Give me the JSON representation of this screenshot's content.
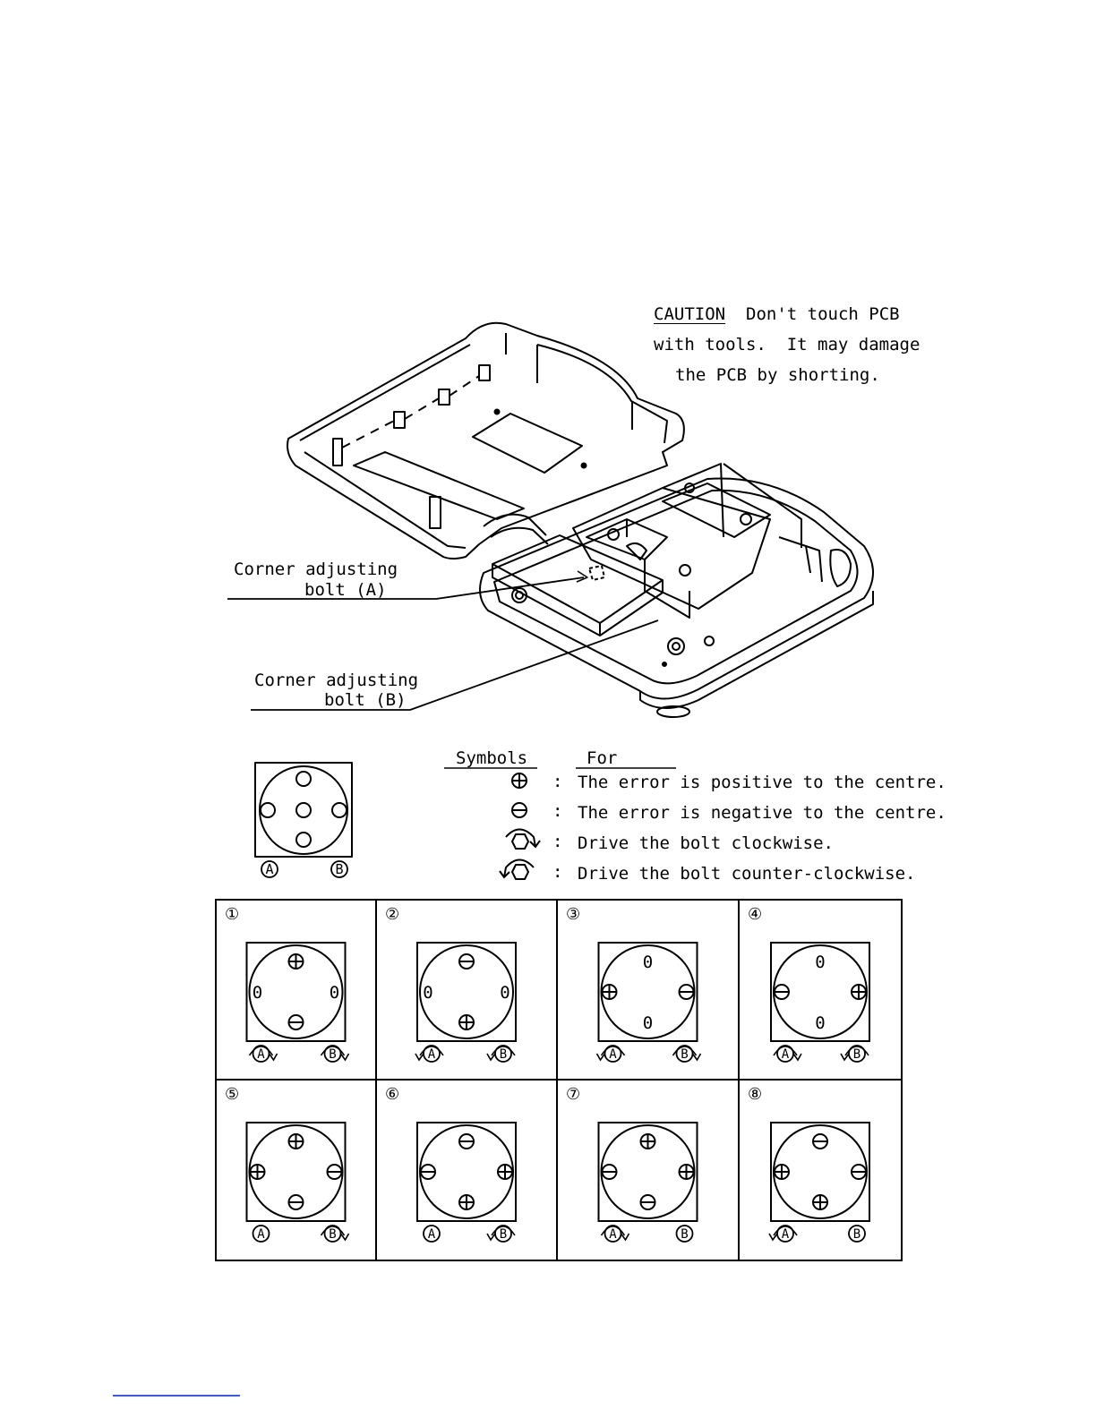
{
  "caution": {
    "title": "CAUTION",
    "line1": "Don't touch PCB",
    "line2": "with tools.  It may damage",
    "line3": "the PCB by shorting."
  },
  "labels": {
    "bolt_a_line1": "Corner adjusting",
    "bolt_a_line2": "bolt (A)",
    "bolt_b_line1": "Corner adjusting",
    "bolt_b_line2": "bolt (B)"
  },
  "reference": {
    "zero": "O",
    "bolt_a": "A",
    "bolt_b": "B"
  },
  "legend": {
    "header_symbols": "Symbols",
    "header_for": "For",
    "colon": ":",
    "rows": [
      {
        "symbol": "plus-circle",
        "text": "The error is positive to the centre."
      },
      {
        "symbol": "minus-circle",
        "text": "The error is negative to the centre."
      },
      {
        "symbol": "hex-cw",
        "text": "Drive the bolt clockwise."
      },
      {
        "symbol": "hex-ccw",
        "text": "Drive the bolt counter-clockwise."
      }
    ]
  },
  "cases": [
    {
      "num": "①",
      "top": "plus",
      "left": "0",
      "right": "0",
      "bottom": "minus",
      "a": "cw",
      "b": "cw"
    },
    {
      "num": "②",
      "top": "minus",
      "left": "0",
      "right": "0",
      "bottom": "plus",
      "a": "ccw",
      "b": "ccw"
    },
    {
      "num": "③",
      "top": "0",
      "left": "plus",
      "right": "minus",
      "bottom": "0",
      "a": "ccw",
      "b": "cw"
    },
    {
      "num": "④",
      "top": "0",
      "left": "minus",
      "right": "plus",
      "bottom": "0",
      "a": "cw",
      "b": "ccw"
    },
    {
      "num": "⑤",
      "top": "plus",
      "left": "plus",
      "right": "minus",
      "bottom": "minus",
      "a": "none",
      "b": "cw"
    },
    {
      "num": "⑥",
      "top": "minus",
      "left": "minus",
      "right": "plus",
      "bottom": "plus",
      "a": "none",
      "b": "ccw"
    },
    {
      "num": "⑦",
      "top": "plus",
      "left": "minus",
      "right": "plus",
      "bottom": "minus",
      "a": "cw",
      "b": "none"
    },
    {
      "num": "⑧",
      "top": "minus",
      "left": "plus",
      "right": "minus",
      "bottom": "plus",
      "a": "ccw",
      "b": "none"
    }
  ]
}
